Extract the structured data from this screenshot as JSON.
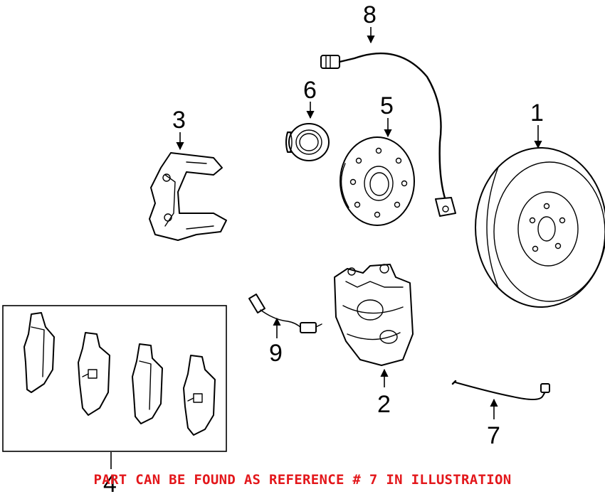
{
  "callouts": {
    "c1": "1",
    "c2": "2",
    "c3": "3",
    "c4": "4",
    "c5": "5",
    "c6": "6",
    "c7": "7",
    "c8": "8",
    "c9": "9"
  },
  "notice": {
    "text": "PART CAN BE FOUND AS REFERENCE # 7 IN ILLUSTRATION",
    "color": "#e3171b"
  }
}
